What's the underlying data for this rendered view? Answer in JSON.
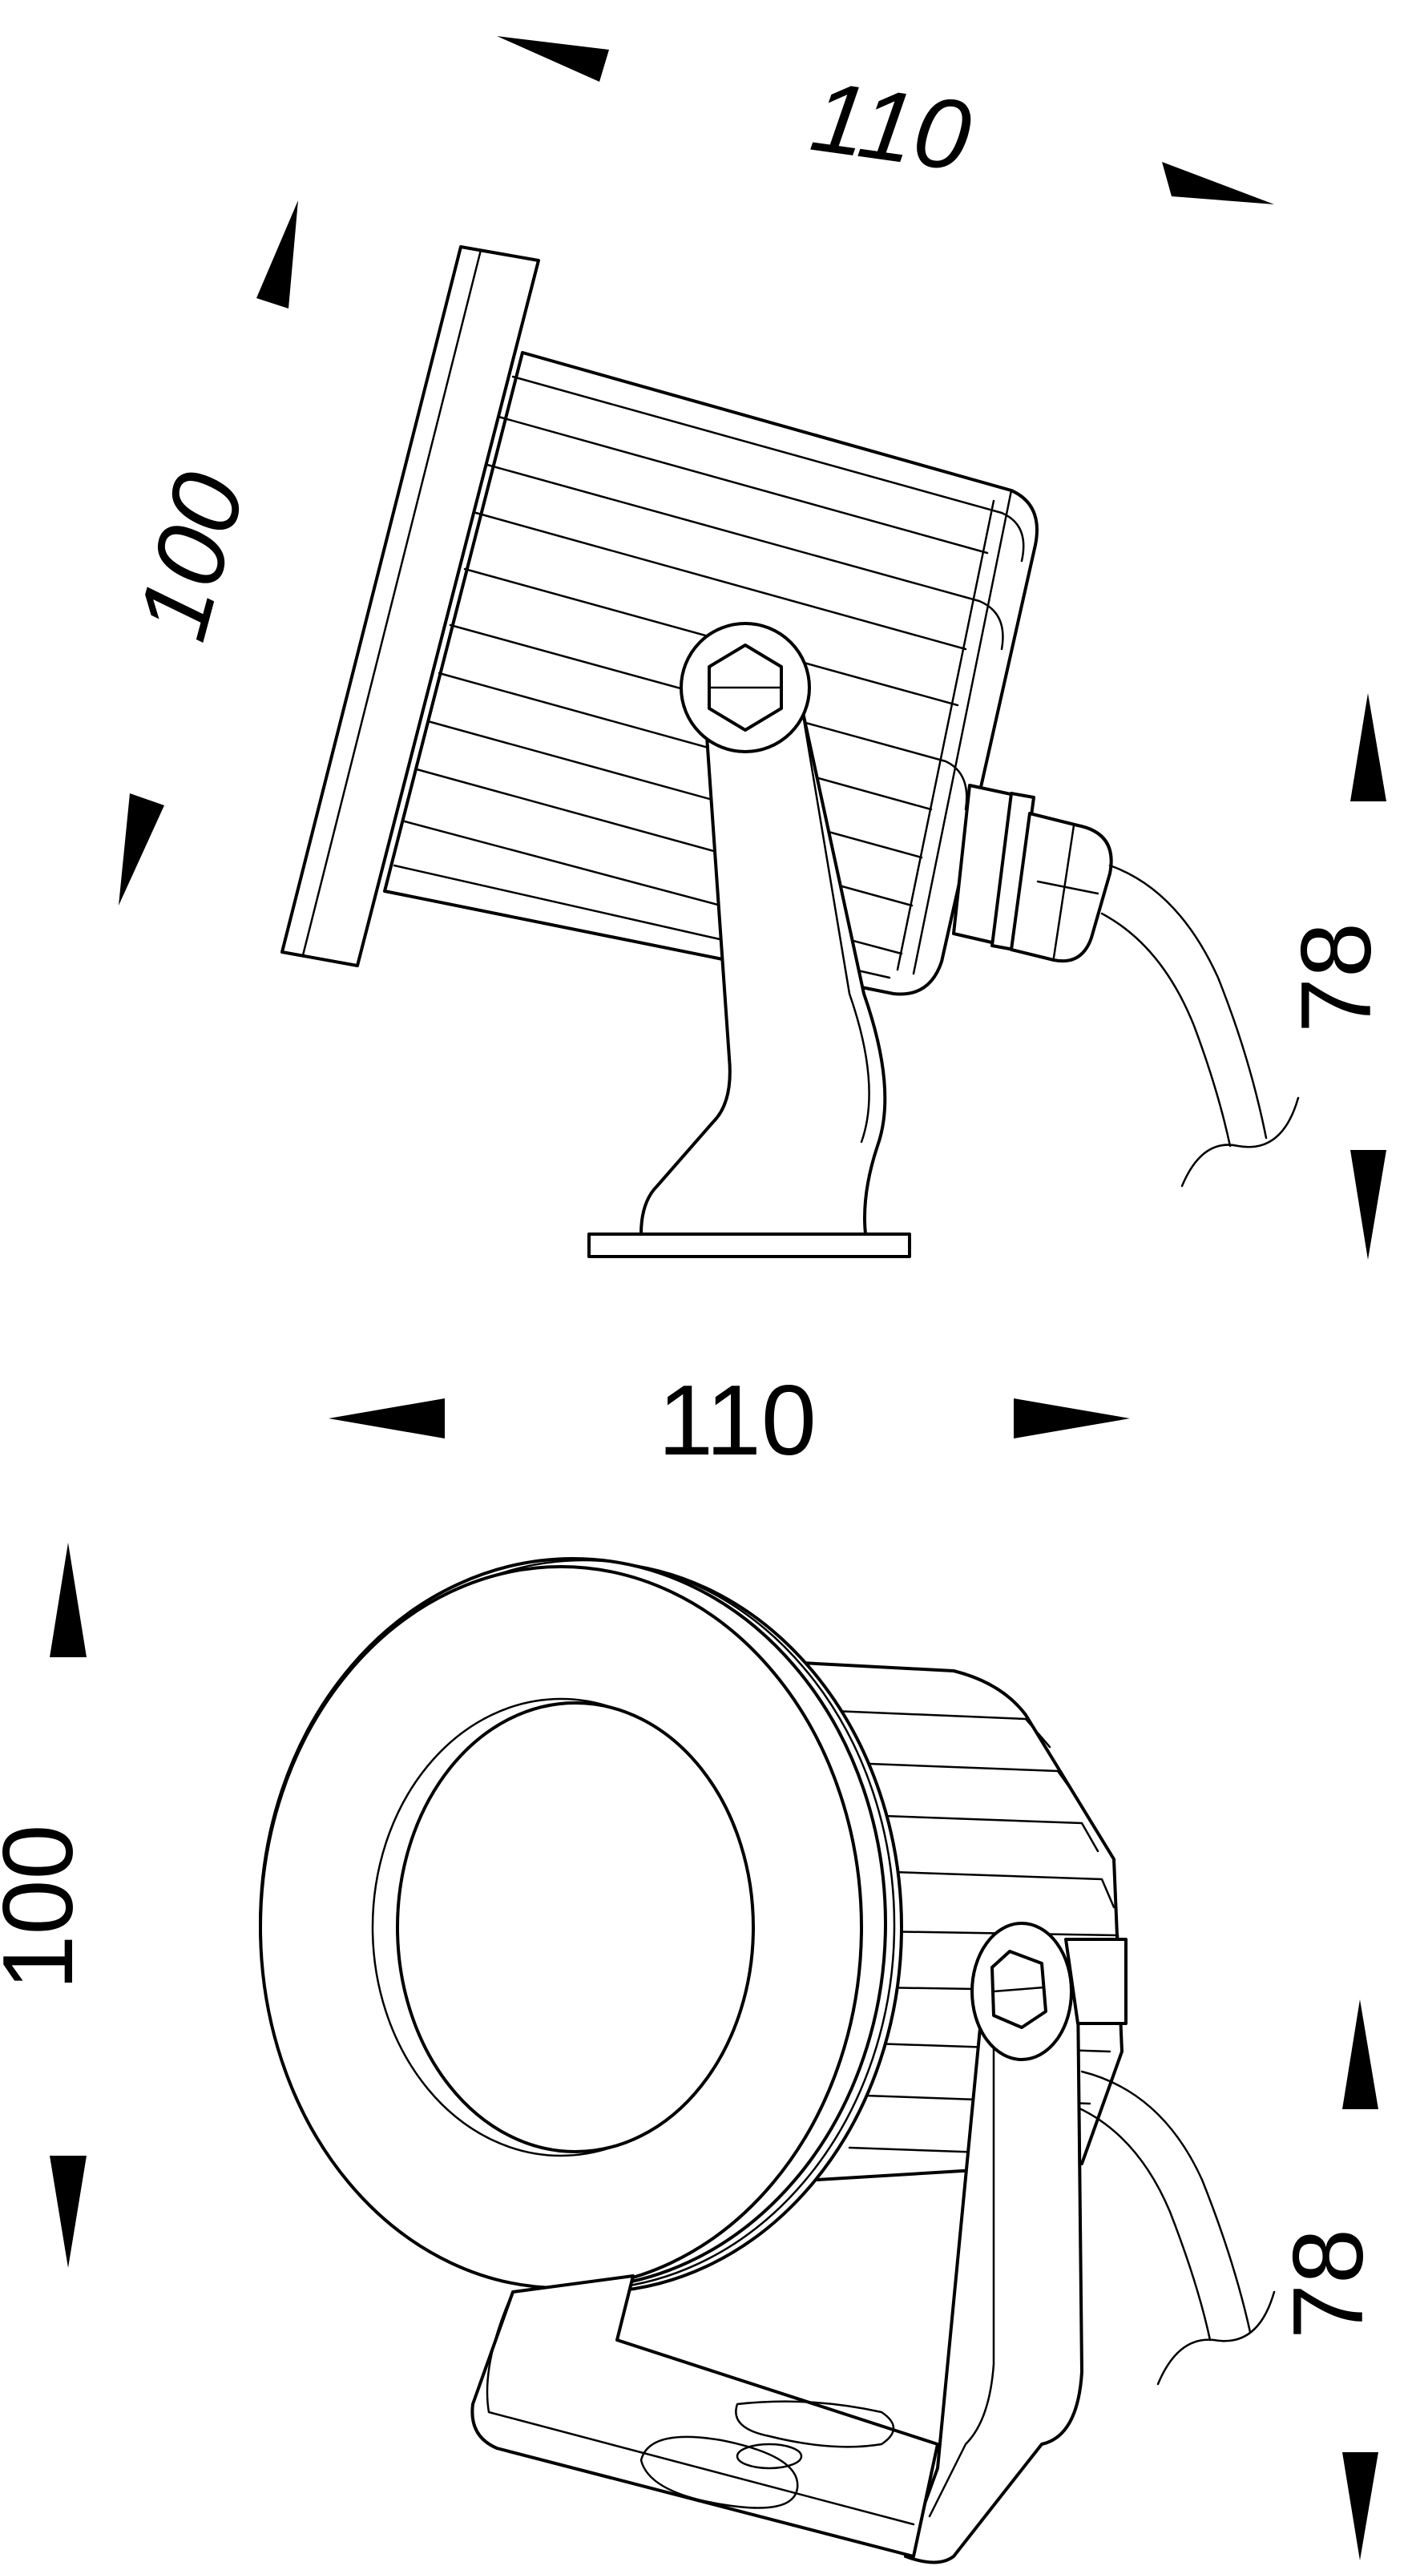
{
  "views": {
    "side": {
      "dim_width": "110",
      "dim_height": "100",
      "dim_depth": "78"
    },
    "front": {
      "dim_width": "110",
      "dim_height": "100",
      "dim_depth": "78"
    }
  },
  "colors": {
    "line": "#000000",
    "background": "#ffffff"
  }
}
